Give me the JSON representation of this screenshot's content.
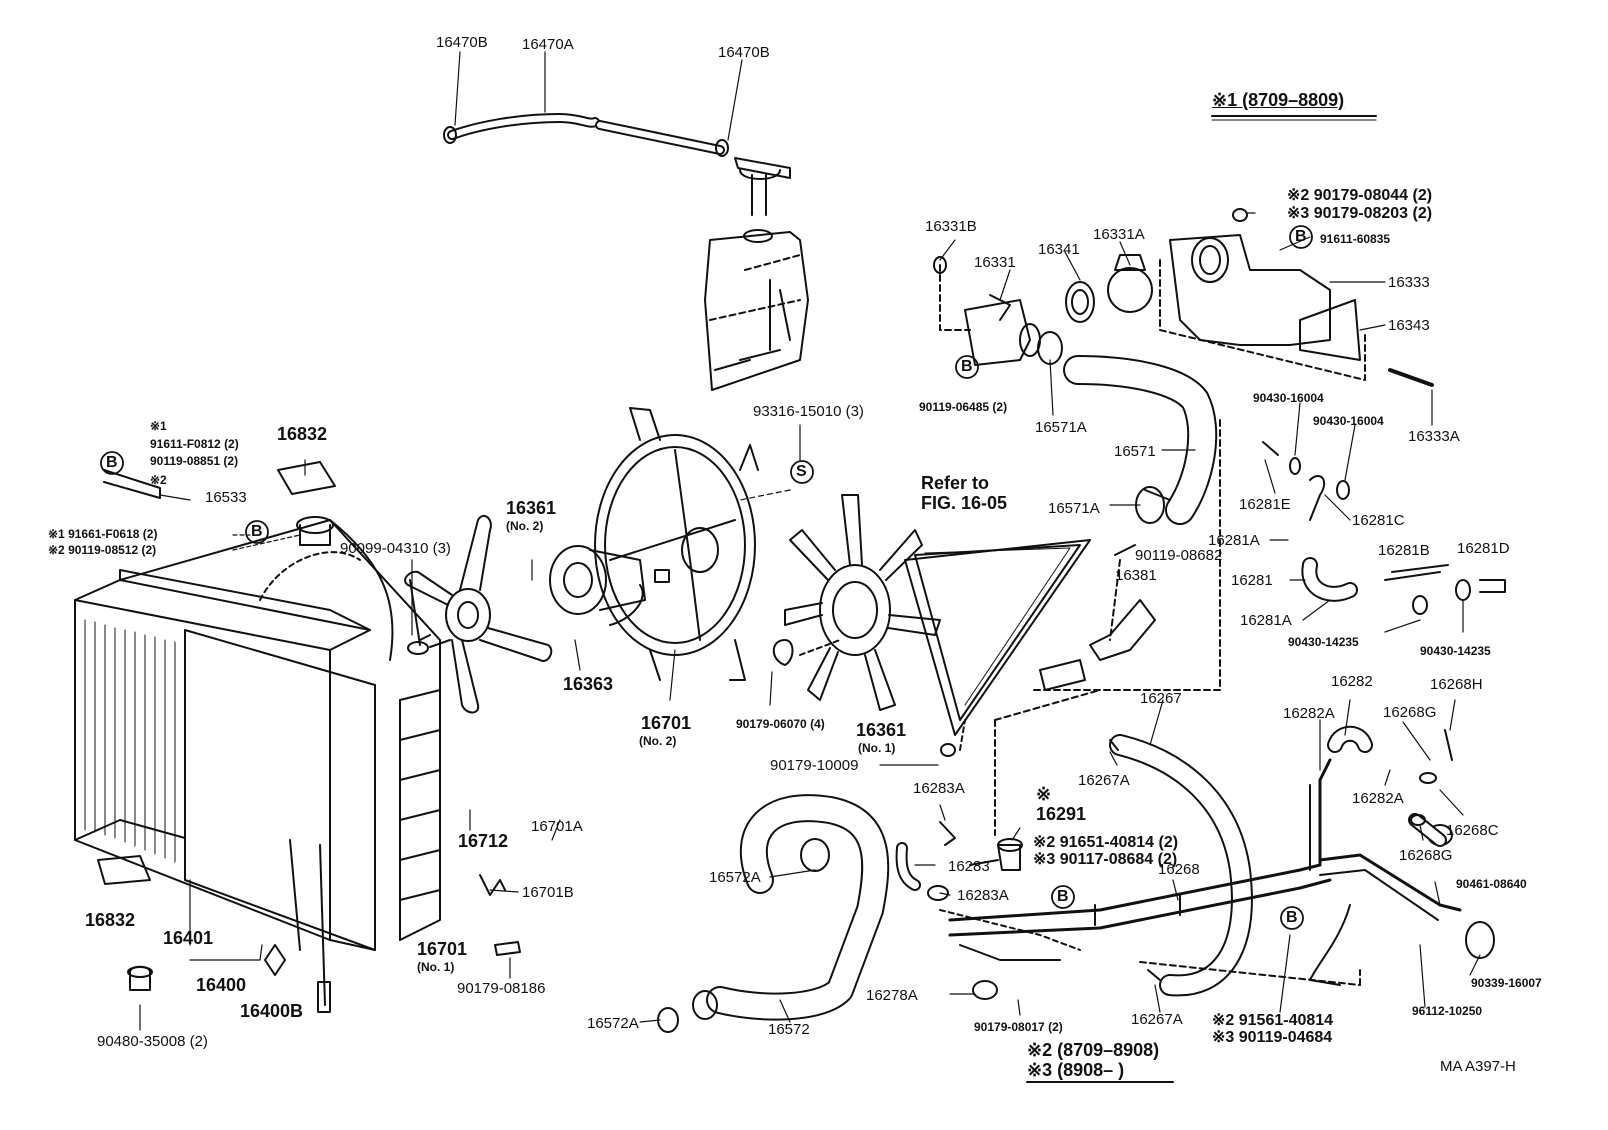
{
  "diagram_code": "MA A397-H",
  "notes": {
    "note1": "※1 (8709–8809)",
    "note2": "※2 (8709–8908)",
    "note3": "※3 (8908–      )",
    "refer": "Refer to",
    "refer_fig": "FIG. 16-05"
  },
  "labels": {
    "p16470B_a": "16470B",
    "p16470A": "16470A",
    "p16470B_b": "16470B",
    "p16832_top": "16832",
    "m1_a": "※1",
    "p91611_F0812": "91611-F0812 (2)",
    "p90119_08851": "90119-08851 (2)",
    "m2_a": "※2",
    "p16533": "16533",
    "m1_p91661": "※1 91661-F0618 (2)",
    "m2_p90119_08512": "※2 90119-08512 (2)",
    "p90099_04310": "90099-04310 (3)",
    "p16361_no2": "16361",
    "no2_a": "(No. 2)",
    "p16363": "16363",
    "p93316": "93316-15010 (3)",
    "p16701_no2": "16701",
    "no2_b": "(No. 2)",
    "p90179_06070": "90179-06070 (4)",
    "p16361_no1": "16361",
    "no1_a": "(No. 1)",
    "p90179_10009": "90179-10009",
    "p16712": "16712",
    "p16701A": "16701A",
    "p16701B": "16701B",
    "p16701_no1": "16701",
    "no1_b": "(No. 1)",
    "p90179_08186": "90179-08186",
    "p16832_bot": "16832",
    "p16401": "16401",
    "p16400": "16400",
    "p16400B": "16400B",
    "p90480": "90480-35008 (2)",
    "p16331B": "16331B",
    "p16331": "16331",
    "p16341": "16341",
    "p16331A": "16331A",
    "p90119_06485": "90119-06485 (2)",
    "p16571A_a": "16571A",
    "p16571": "16571",
    "p16571A_b": "16571A",
    "m2_p90179_08044": "※2 90179-08044 (2)",
    "m3_p90179_08203": "※3 90179-08203 (2)",
    "p91611_60835": "91611-60835",
    "p16333": "16333",
    "p16343": "16343",
    "p90430_16004_a": "90430-16004",
    "p90430_16004_b": "90430-16004",
    "p16333A": "16333A",
    "p16281E": "16281E",
    "p16281C": "16281C",
    "p16281A_a": "16281A",
    "p90119_08682": "90119-08682",
    "p16381": "16381",
    "p16281B": "16281B",
    "p16281D": "16281D",
    "p16281": "16281",
    "p16281A_b": "16281A",
    "p90430_14235_a": "90430-14235",
    "p90430_14235_b": "90430-14235",
    "p16282": "16282",
    "p16268H": "16268H",
    "p16282A_a": "16282A",
    "p16268G_a": "16268G",
    "p16267": "16267",
    "p16267A_a": "16267A",
    "p16282A_b": "16282A",
    "p16268C": "16268C",
    "p16268G_b": "16268G",
    "p16283A_a": "16283A",
    "m_16291": "※",
    "p16291": "16291",
    "m2_p91651": "※2 91651-40814 (2)",
    "m3_p90117": "※3 90117-08684 (2)",
    "p16283": "16283",
    "p16283A_b": "16283A",
    "p16268": "16268",
    "p90461": "90461-08640",
    "p16572A_a": "16572A",
    "p16572A_b": "16572A",
    "p16572": "16572",
    "p16278A": "16278A",
    "p90179_08017": "90179-08017 (2)",
    "p16267A_b": "16267A",
    "m2_p91561": "※2 91561-40814",
    "m3_p90119_04684": "※3 90119-04684",
    "p90339": "90339-16007",
    "p96112": "96112-10250",
    "circ_b": "B",
    "circ_s": "S"
  },
  "colors": {
    "ink": "#111111",
    "paper": "#ffffff"
  }
}
